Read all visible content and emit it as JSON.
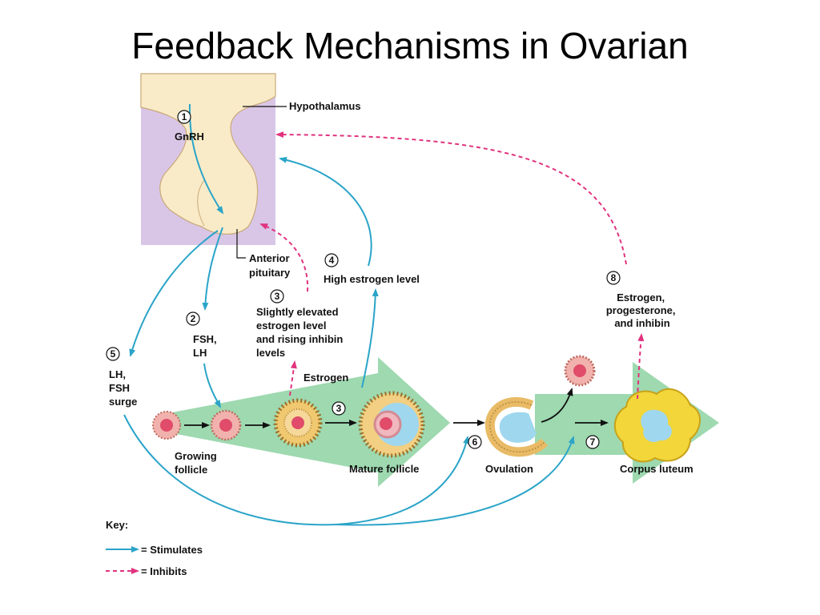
{
  "title": "Feedback Mechanisms in Ovarian",
  "colors": {
    "stimulates": "#2aa4c8",
    "inhibits": "#e0337f",
    "brain_bg": "#d9c6e6",
    "brain_tissue": "#faebc8",
    "follicle_arrow": "#9ed9b0",
    "corpus_luteum": "#f2d63a"
  },
  "labels": {
    "hypothalamus": "Hypothalamus",
    "gnrh": "GnRH",
    "anterior_pituitary": [
      "Anterior",
      "pituitary"
    ],
    "fsh_lh": [
      "FSH,",
      "LH"
    ],
    "lh_fsh_surge": [
      "LH,",
      "FSH",
      "surge"
    ],
    "slightly_elevated": [
      "Slightly elevated",
      "estrogen level",
      "and rising inhibin",
      "levels"
    ],
    "high_estrogen": "High estrogen level",
    "estrogen": "Estrogen",
    "estrogen_prog_inhibin": [
      "Estrogen,",
      "progesterone,",
      "and inhibin"
    ],
    "growing_follicle": [
      "Growing",
      "follicle"
    ],
    "mature_follicle": "Mature follicle",
    "ovulation": "Ovulation",
    "corpus_luteum": "Corpus luteum"
  },
  "steps": {
    "s1": "1",
    "s2": "2",
    "s3a": "3",
    "s3b": "3",
    "s4": "4",
    "s5": "5",
    "s6": "6",
    "s7": "7",
    "s8": "8"
  },
  "key": {
    "title": "Key:",
    "stimulates": "= Stimulates",
    "inhibits": "= Inhibits"
  }
}
